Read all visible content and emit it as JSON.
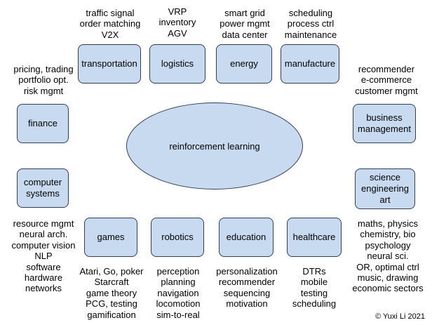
{
  "center": "reinforcement learning",
  "domains": {
    "transportation": {
      "label": "transportation",
      "notes": [
        "traffic signal",
        "order matching",
        "V2X"
      ]
    },
    "logistics": {
      "label": "logistics",
      "notes": [
        "VRP",
        "inventory",
        "AGV"
      ]
    },
    "energy": {
      "label": "energy",
      "notes": [
        "smart grid",
        "power mgmt",
        "data center"
      ]
    },
    "manufacture": {
      "label": "manufacture",
      "notes": [
        "scheduling",
        "process ctrl",
        "maintenance"
      ]
    },
    "finance": {
      "label": "finance",
      "notes": [
        "pricing, trading",
        "portfolio opt.",
        "risk mgmt"
      ]
    },
    "business": {
      "label": [
        "business",
        "management"
      ],
      "notes": [
        "recommender",
        "e-commerce",
        "customer mgmt"
      ]
    },
    "computer_systems": {
      "label": [
        "computer",
        "systems"
      ],
      "notes": [
        "resource mgmt",
        "neural arch.",
        "computer vision",
        "NLP",
        "software",
        "hardware",
        "networks"
      ]
    },
    "science": {
      "label": [
        "science",
        "engineering",
        "art"
      ],
      "notes": [
        "maths, physics",
        "chemistry, bio",
        "psychology",
        "neural sci.",
        "OR, optimal ctrl",
        "music, drawing",
        "economic sectors"
      ]
    },
    "games": {
      "label": "games",
      "notes": [
        "Atari, Go, poker",
        "Starcraft",
        "game theory",
        "PCG, testing",
        "gamification"
      ]
    },
    "robotics": {
      "label": "robotics",
      "notes": [
        "perception",
        "planning",
        "navigation",
        "locomotion",
        "sim-to-real"
      ]
    },
    "education": {
      "label": "education",
      "notes": [
        "personalization",
        "recommender",
        "sequencing",
        "motivation"
      ]
    },
    "healthcare": {
      "label": "healthcare",
      "notes": [
        "DTRs",
        "mobile",
        "testing",
        "scheduling"
      ]
    }
  },
  "copyright": "© Yuxi Li 2021"
}
